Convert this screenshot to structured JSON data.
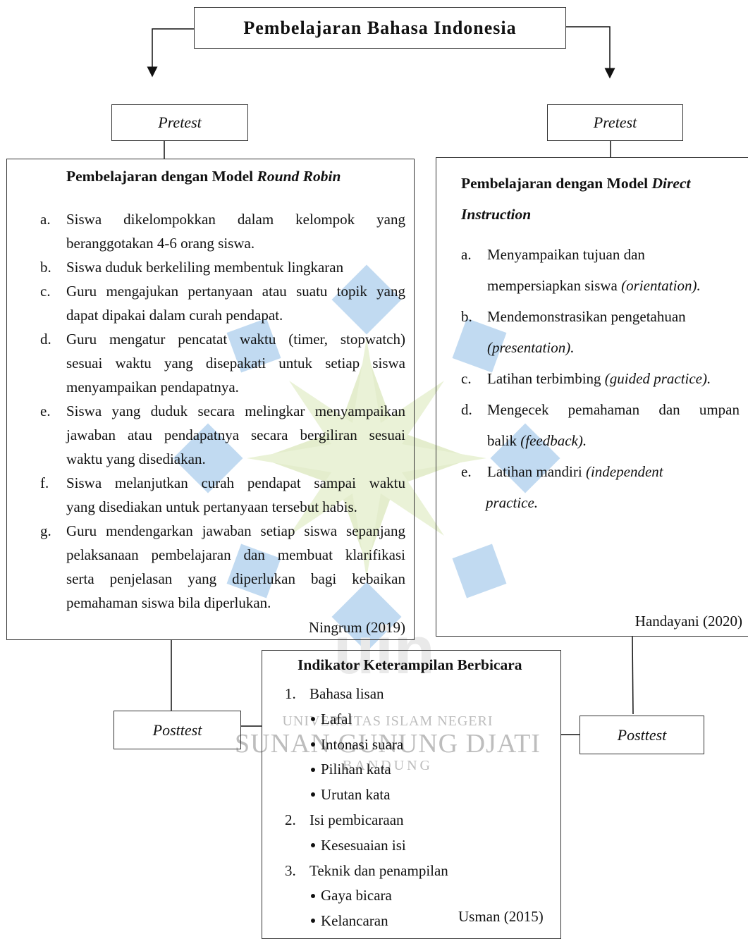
{
  "title": "Pembelajaran Bahasa Indonesia",
  "left": {
    "pretest": "Pretest",
    "heading_prefix": "Pembelajaran dengan Model ",
    "heading_model": "Round Robin",
    "items": [
      {
        "label": "a.",
        "lines": [
          "Siswa dikelompokkan dalam kelompok yang",
          "beranggotakan 4-6 orang siswa."
        ]
      },
      {
        "label": "b.",
        "lines": [
          "Siswa duduk berkeliling membentuk lingkaran"
        ]
      },
      {
        "label": "c.",
        "lines": [
          "Guru mengajukan pertanyaan atau suatu topik yang",
          "dapat dipakai dalam curah pendapat."
        ]
      },
      {
        "label": "d.",
        "lines": [
          "Guru mengatur pencatat waktu (timer, stopwatch)",
          "sesuai waktu yang disepakati untuk setiap siswa",
          "menyampaikan pendapatnya."
        ]
      },
      {
        "label": "e.",
        "lines": [
          "Siswa yang duduk secara melingkar menyampaikan",
          "jawaban atau pendapatnya secara bergiliran sesuai",
          "waktu yang disediakan."
        ]
      },
      {
        "label": "f.",
        "lines": [
          "Siswa melanjutkan curah pendapat sampai waktu",
          "yang disediakan untuk pertanyaan tersebut habis."
        ]
      },
      {
        "label": "g.",
        "lines": [
          "Guru mendengarkan jawaban setiap siswa sepanjang",
          "pelaksanaan pembelajaran dan membuat klarifikasi",
          "serta penjelasan yang diperlukan bagi kebaikan",
          "pemahaman siswa bila diperlukan."
        ]
      }
    ],
    "citation": "Ningrum (2019)",
    "posttest": "Posttest"
  },
  "right": {
    "pretest": "Pretest",
    "heading_prefix": "Pembelajaran dengan Model ",
    "heading_model_1": "Direct",
    "heading_model_2": "Instruction",
    "items": [
      {
        "label": "a.",
        "text": "Menyampaikan tujuan dan",
        "text2": "mempersiapkan siswa ",
        "italic": "(orientation)."
      },
      {
        "label": "b.",
        "text": "Mendemonstrasikan pengetahuan",
        "text2": "",
        "italic": "(presentation)."
      },
      {
        "label": "c.",
        "text": "Latihan terbimbing ",
        "text2": null,
        "italic": "(guided practice)."
      },
      {
        "label": "d.",
        "text": "Mengecek pemahaman dan umpan",
        "text2": "balik ",
        "italic": "(feedback)."
      },
      {
        "label": "e.",
        "text": "Latihan mandiri ",
        "text2": "",
        "italic": "(independent",
        "italic2": "practice."
      }
    ],
    "citation": "Handayani (2020)",
    "posttest": "Posttest"
  },
  "indicator": {
    "heading": "Indikator Keterampilan Berbicara",
    "groups": [
      {
        "label": "1.",
        "title": "Bahasa lisan",
        "bullets": [
          "Lafal",
          "Intonasi suara",
          "Pilihan kata",
          "Urutan kata"
        ]
      },
      {
        "label": "2.",
        "title": "Isi pembicaraan",
        "bullets": [
          "Kesesuaian isi"
        ]
      },
      {
        "label": "3.",
        "title": "Teknik dan penampilan",
        "bullets": [
          "Gaya bicara",
          "Kelancaran"
        ]
      }
    ],
    "citation": "Usman (2015)"
  },
  "watermark": {
    "line1": "UNIVERSITAS ISLAM NEGERI",
    "line2": "SUNAN GUNUNG DJATI",
    "line3": "BANDUNG",
    "colors": {
      "blue": "#4a90c8",
      "green": "#a9c56a",
      "gray": "#b9b9b9"
    }
  }
}
